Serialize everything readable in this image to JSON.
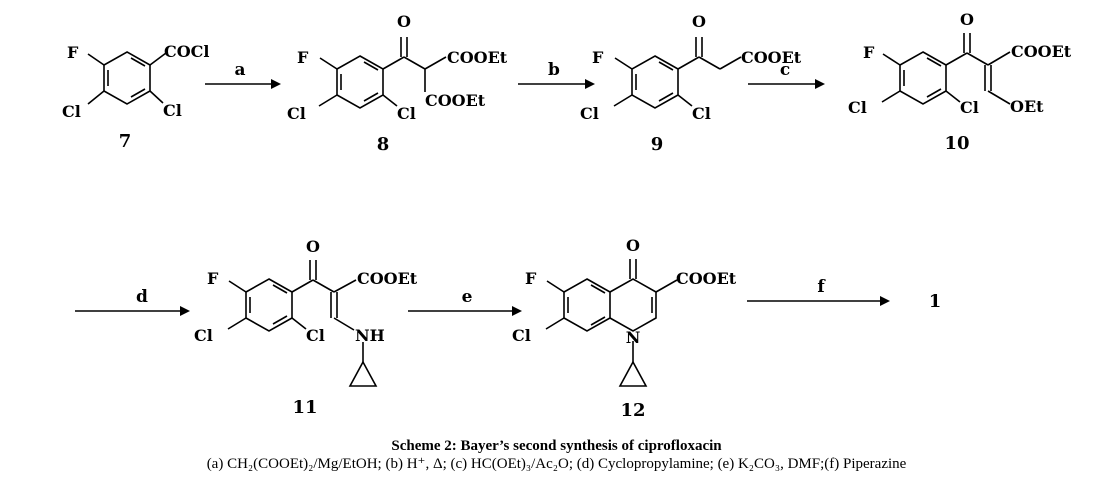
{
  "scheme": {
    "title": "Scheme 2: Bayer’s second synthesis of ciprofloxacin",
    "conditions": "(a) CH₂(COOEt)₂/Mg/EtOH; (b) H⁺, Δ; (c) HC(OEt)₃/Ac₂O; (d) Cyclopropylamine; (e) K₂CO₃, DMF;(f) Piperazine"
  },
  "arrows": [
    {
      "letter": "a"
    },
    {
      "letter": "b"
    },
    {
      "letter": "c"
    },
    {
      "letter": "d"
    },
    {
      "letter": "e"
    },
    {
      "letter": "f"
    }
  ],
  "compounds": [
    {
      "number": "7",
      "labels": {
        "F": "F",
        "Cl1": "Cl",
        "Cl2": "Cl",
        "sub": "COCl"
      }
    },
    {
      "number": "8",
      "labels": {
        "F": "F",
        "Cl1": "Cl",
        "Cl2": "Cl",
        "O": "O",
        "e1": "COOEt",
        "e2": "COOEt"
      }
    },
    {
      "number": "9",
      "labels": {
        "F": "F",
        "Cl1": "Cl",
        "Cl2": "Cl",
        "O": "O",
        "e1": "COOEt"
      }
    },
    {
      "number": "10",
      "labels": {
        "F": "F",
        "Cl1": "Cl",
        "Cl2": "Cl",
        "O": "O",
        "e1": "COOEt",
        "oet": "OEt"
      }
    },
    {
      "number": "11",
      "labels": {
        "F": "F",
        "Cl1": "Cl",
        "Cl2": "Cl",
        "O": "O",
        "e1": "COOEt",
        "nh": "NH"
      }
    },
    {
      "number": "12",
      "labels": {
        "F": "F",
        "Cl1": "Cl",
        "O": "O",
        "e1": "COOEt",
        "n": "N"
      }
    }
  ],
  "product": {
    "number": "1"
  }
}
